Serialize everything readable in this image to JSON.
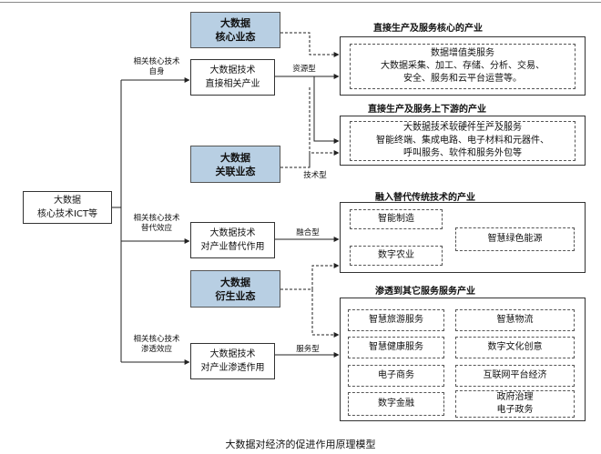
{
  "root": {
    "text": "大数据\n核心技术ICT等"
  },
  "branches": [
    {
      "label": "相关核心技术\n自身",
      "box": "大数据技术\n直接相关产业",
      "type_label": "资源型"
    },
    {
      "label": "相关核心技术\n替代效应",
      "box": "大数据技术\n对产业替代作用",
      "type_label": "融合型"
    },
    {
      "label": "相关核心技术\n渗透效应",
      "box": "大数据技术\n对产业渗透作用",
      "type_label": "服务型"
    }
  ],
  "business": [
    {
      "text": "大数据\n核心业态"
    },
    {
      "text": "大数据\n关联业态",
      "type_label": "技术型"
    },
    {
      "text": "大数据\n衍生业态"
    }
  ],
  "groups": [
    {
      "title": "直接生产及服务核心的产业",
      "items": [
        "数据增值类服务\n大数据采集、加工、存储、分析、交易、\n安全、服务和云平台运营等。"
      ]
    },
    {
      "title": "直接生产及服务上下游的产业",
      "items": [
        "大数据技术软硬件生产及服务\n智能终端、集成电路、电子材料和元器件、\n呼叫服务、软件和服务外包等"
      ]
    },
    {
      "title": "融入替代传统技术的产业",
      "items": [
        "智能制造",
        "数字农业",
        "智慧绿色能源"
      ]
    },
    {
      "title": "渗透到其它服务服务产业",
      "items": [
        "智慧旅游服务",
        "智慧物流",
        "智慧健康服务",
        "数字文化创意",
        "电子商务",
        "互联网平台经济",
        "数字金融",
        "政府治理\n电子政务"
      ]
    }
  ],
  "caption": "大数据对经济的促进作用原理模型"
}
